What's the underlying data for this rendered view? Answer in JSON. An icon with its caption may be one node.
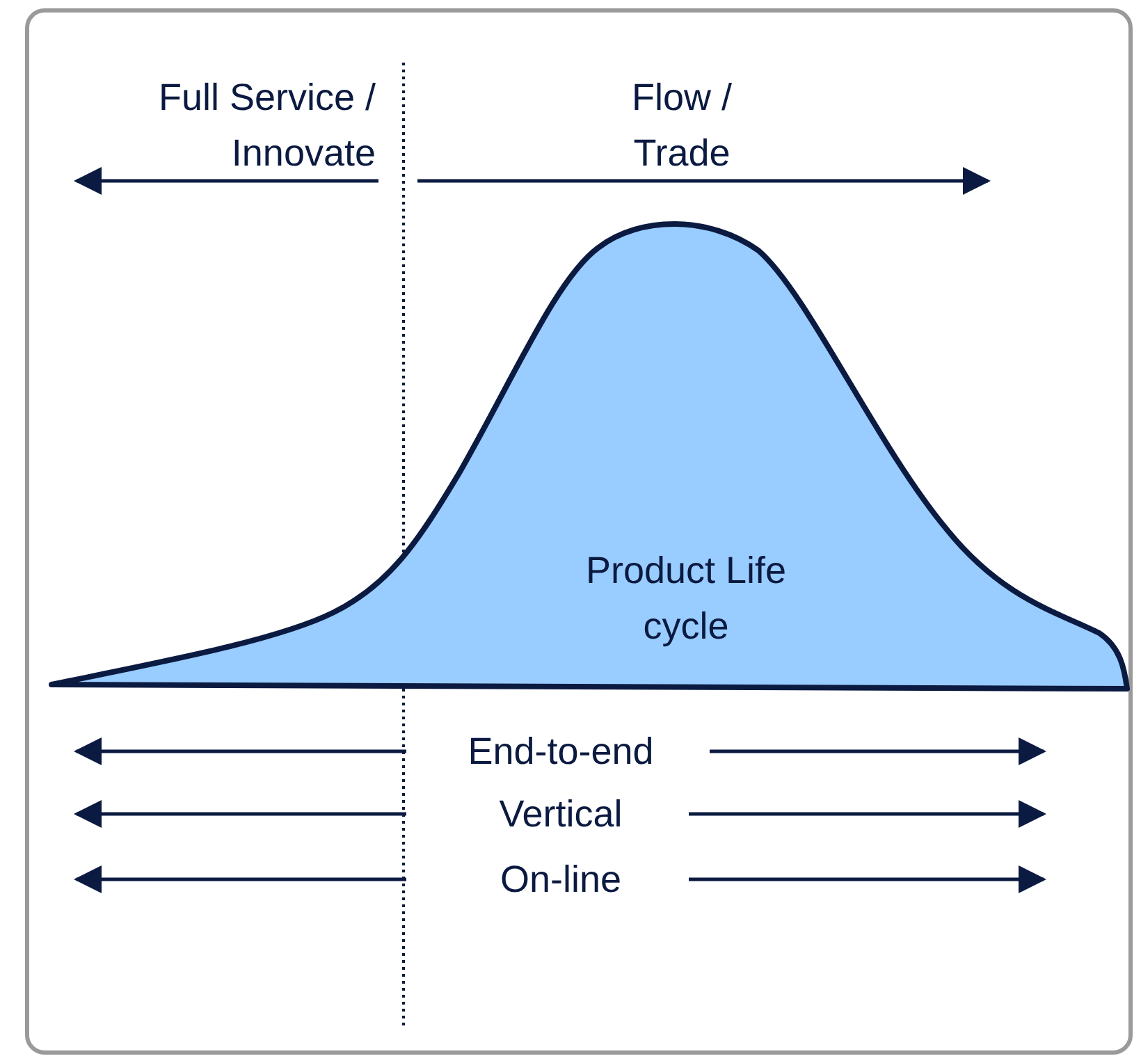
{
  "diagram": {
    "nodes": [
      {
        "text": [
          "Product Life cycle"
        ]
      }
    ],
    "labels": [
      "Full Service / Innovate",
      "Flow / Trade",
      "End-to-end",
      "Vertical",
      "On-line"
    ]
  }
}
